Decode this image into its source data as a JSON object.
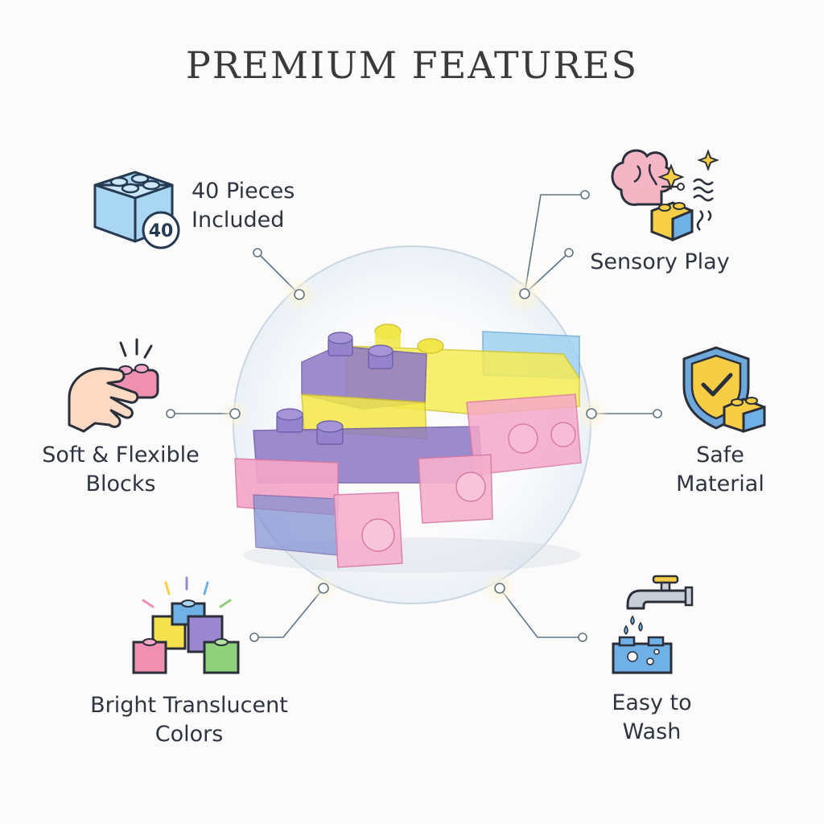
{
  "title": "PREMIUM FEATURES",
  "features": [
    {
      "id": "pieces",
      "lines": [
        "40 Pieces",
        "Included"
      ],
      "icon": "brick-40-icon",
      "badge": "40"
    },
    {
      "id": "sensory",
      "lines": [
        "Sensory Play"
      ],
      "icon": "brain-sensory-icon"
    },
    {
      "id": "soft",
      "lines": [
        "Soft & Flexible",
        "Blocks"
      ],
      "icon": "hand-squeeze-icon"
    },
    {
      "id": "safe",
      "lines": [
        "Safe",
        "Material"
      ],
      "icon": "shield-check-icon"
    },
    {
      "id": "bright",
      "lines": [
        "Bright Translucent",
        "Colors"
      ],
      "icon": "colorful-blocks-icon"
    },
    {
      "id": "wash",
      "lines": [
        "Easy to",
        "Wash"
      ],
      "icon": "faucet-wash-icon"
    }
  ],
  "colors": {
    "connector": "#5f7484",
    "brick_blue": "#a9d6f2",
    "brick_yellow": "#f4ea4d",
    "brick_purple": "#8d78c6",
    "brick_pink": "#f4a9c8",
    "shield_blue": "#6fa8dc",
    "shield_yellow": "#f7cd45"
  }
}
